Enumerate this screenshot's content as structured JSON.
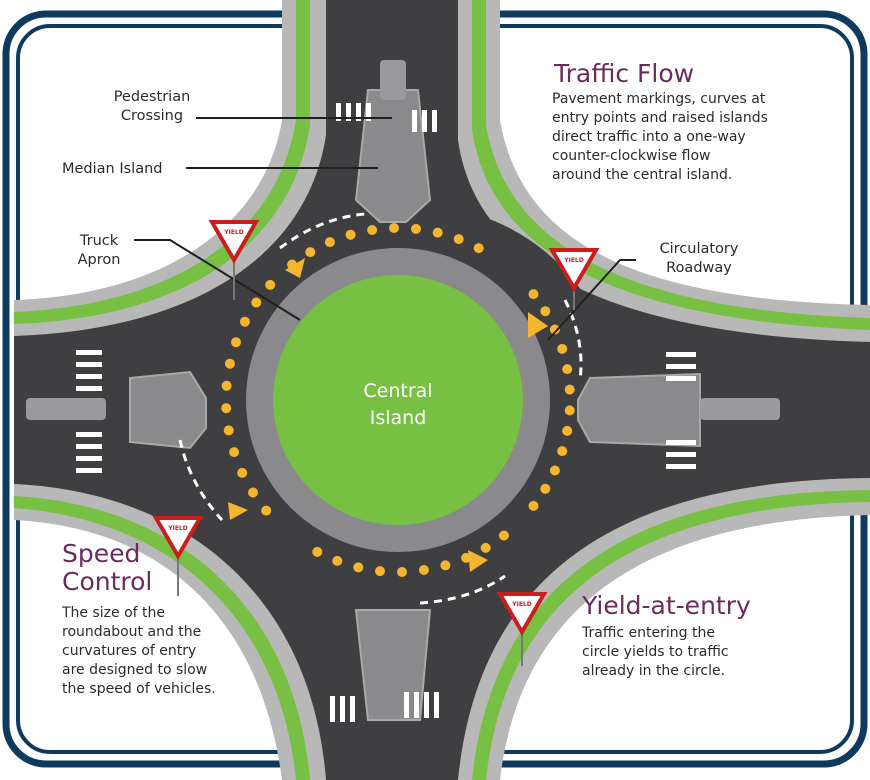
{
  "labels": {
    "pedestrian_crossing": [
      "Pedestrian",
      "Crossing"
    ],
    "median_island": "Median Island",
    "truck_apron": [
      "Truck",
      "Apron"
    ],
    "circulatory_roadway": [
      "Circulatory",
      "Roadway"
    ],
    "central_island": [
      "Central",
      "Island"
    ]
  },
  "sections": {
    "traffic_flow": {
      "title": "Traffic Flow",
      "body": [
        "Pavement markings, curves at",
        "entry points and raised islands",
        "direct traffic into a one-way",
        "counter-clockwise flow",
        "around the central island."
      ]
    },
    "speed_control": {
      "title": [
        "Speed",
        "Control"
      ],
      "body": [
        "The size of the",
        "roundabout and the",
        "curvatures of entry",
        "are designed to slow",
        "the speed of vehicles."
      ]
    },
    "yield_at_entry": {
      "title": "Yield-at-entry",
      "body": [
        "Traffic entering the",
        "circle yields to traffic",
        "already in the circle."
      ]
    }
  },
  "sign_text": "YIELD",
  "colors": {
    "frame": "#0f3a5f",
    "asphalt": "#3f3f41",
    "grass": "#77c043",
    "curb": "#b8b8b8",
    "apron": "#8a8a8c",
    "arrow_dots": "#f5b52e",
    "title": "#6a2c5e",
    "yield_red": "#c81e1e"
  }
}
